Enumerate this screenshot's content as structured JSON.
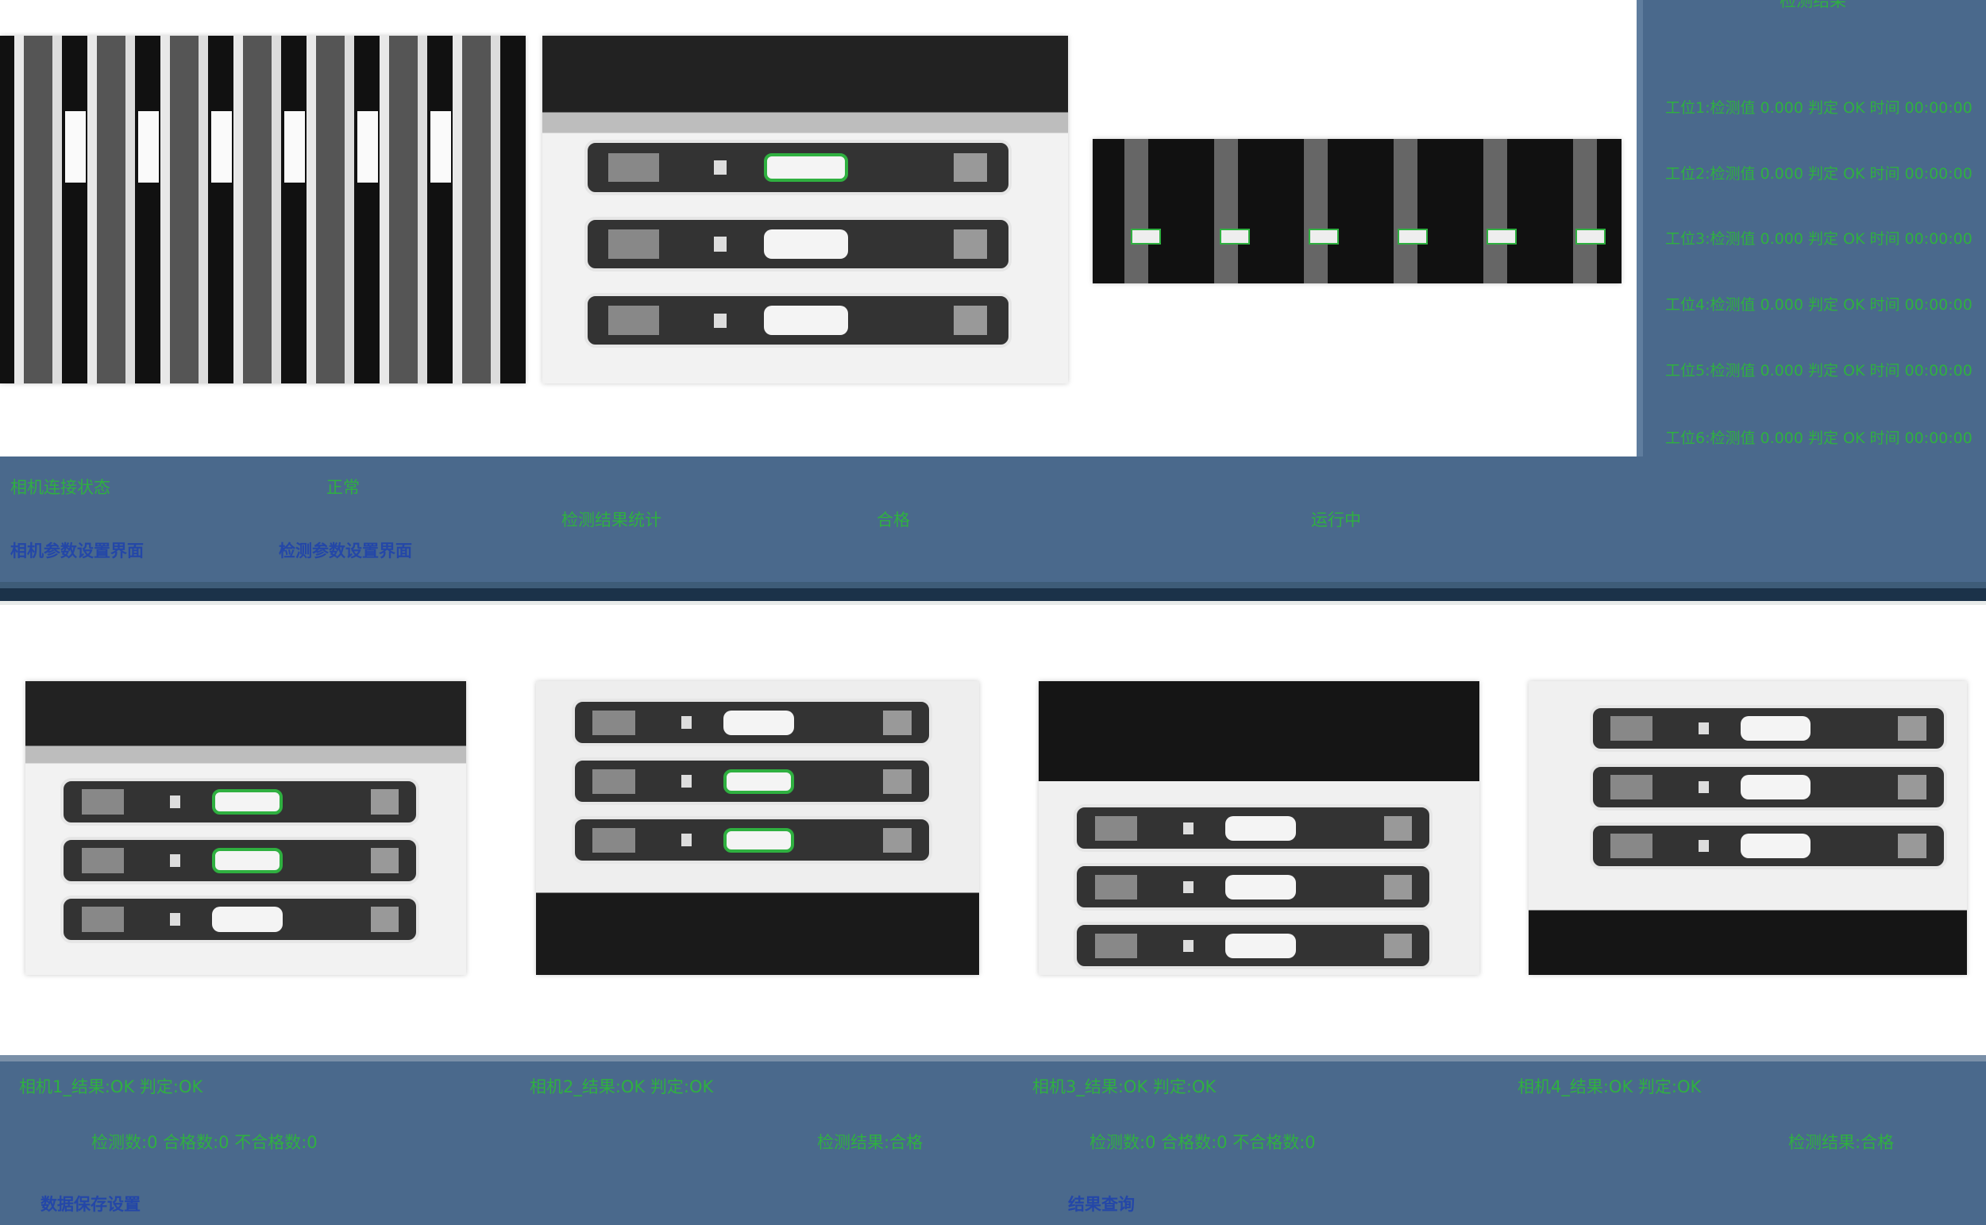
{
  "right_panel": {
    "title": "检测结果",
    "lines": [
      "工位1:检测值 0.000 判定 OK 时间 00:00:00",
      "工位2:检测值 0.000 判定 OK 时间 00:00:00",
      "工位3:检测值 0.000 判定 OK 时间 00:00:00",
      "工位4:检测值 0.000 判定 OK 时间 00:00:00",
      "工位5:检测值 0.000 判定 OK 时间 00:00:00",
      "工位6:检测值 0.000 判定 OK 时间 00:00:00"
    ]
  },
  "middle_band": {
    "label_a": "相机连接状态",
    "label_b": "正常",
    "label_c": "检测结果统计",
    "label_d": "合格",
    "label_e": "运行中",
    "link_a": "相机参数设置界面",
    "link_b": "检测参数设置界面"
  },
  "bottom_panel": {
    "row1": [
      "相机1_结果:OK 判定:OK",
      "相机2_结果:OK 判定:OK",
      "相机3_结果:OK 判定:OK",
      "相机4_结果:OK 判定:OK"
    ],
    "row2": [
      "检测数:0 合格数:0 不合格数:0",
      "检测结果:合格",
      "检测数:0 合格数:0 不合格数:0",
      "检测结果:合格"
    ],
    "link_a": "数据保存设置",
    "link_b": "结果查询"
  },
  "colors": {
    "panel": "#4a698c",
    "green_text": "#2fb040",
    "blue_text": "#2447a8",
    "dark_bar": "#1b3249"
  }
}
